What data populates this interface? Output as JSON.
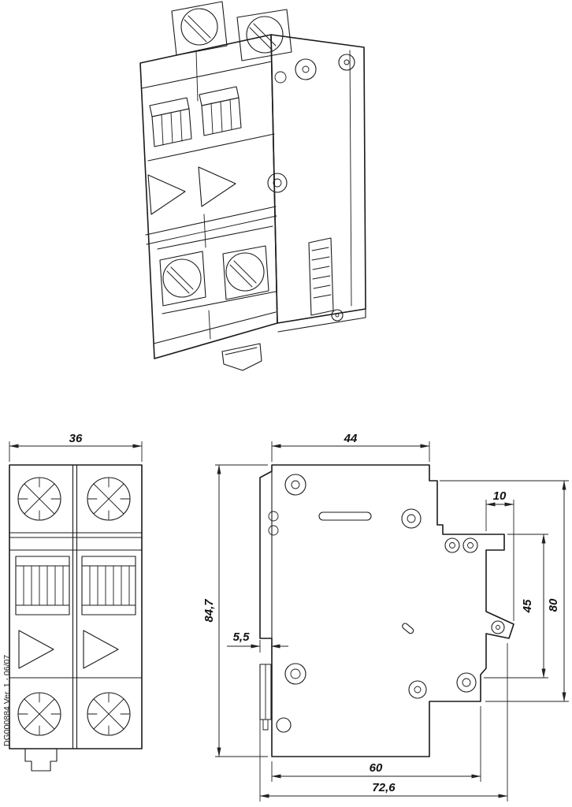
{
  "part_code": "DG000884 Ver. 1 - 06/07",
  "front_view": {
    "dim_width": "36"
  },
  "side_view": {
    "dim_depth_top": "44",
    "dim_din_claw": "10",
    "dim_height_total": "84,7",
    "dim_front_step": "5,5",
    "dim_din_height": "45",
    "dim_rear_height": "80",
    "dim_base_depth": "60",
    "dim_total_depth": "72,6"
  }
}
